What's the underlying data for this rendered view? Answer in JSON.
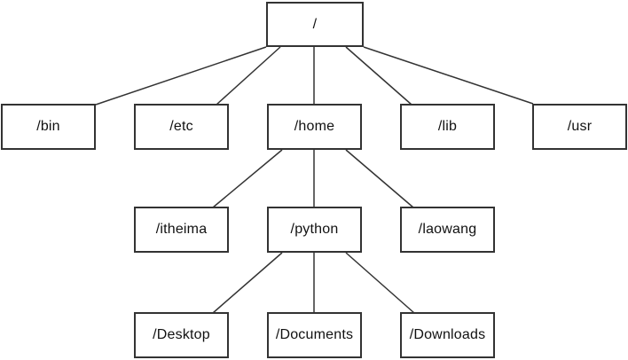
{
  "diagram": {
    "type": "tree",
    "nodes": {
      "root": {
        "label": "/"
      },
      "bin": {
        "label": "/bin"
      },
      "etc": {
        "label": "/etc"
      },
      "home": {
        "label": "/home"
      },
      "lib": {
        "label": "/lib"
      },
      "usr": {
        "label": "/usr"
      },
      "itheima": {
        "label": "/itheima"
      },
      "python": {
        "label": "/python"
      },
      "laowang": {
        "label": "/laowang"
      },
      "desktop": {
        "label": "/Desktop"
      },
      "documents": {
        "label": "/Documents"
      },
      "downloads": {
        "label": "/Downloads"
      }
    },
    "edges": [
      {
        "from": "/",
        "to": "/bin"
      },
      {
        "from": "/",
        "to": "/etc"
      },
      {
        "from": "/",
        "to": "/home"
      },
      {
        "from": "/",
        "to": "/lib"
      },
      {
        "from": "/",
        "to": "/usr"
      },
      {
        "from": "/home",
        "to": "/itheima"
      },
      {
        "from": "/home",
        "to": "/python"
      },
      {
        "from": "/home",
        "to": "/laowang"
      },
      {
        "from": "/python",
        "to": "/Desktop"
      },
      {
        "from": "/python",
        "to": "/Documents"
      },
      {
        "from": "/python",
        "to": "/Downloads"
      }
    ],
    "colors": {
      "background": "#ffffff",
      "box_border": "#333333",
      "line": "#333333",
      "text": "#111111"
    }
  }
}
